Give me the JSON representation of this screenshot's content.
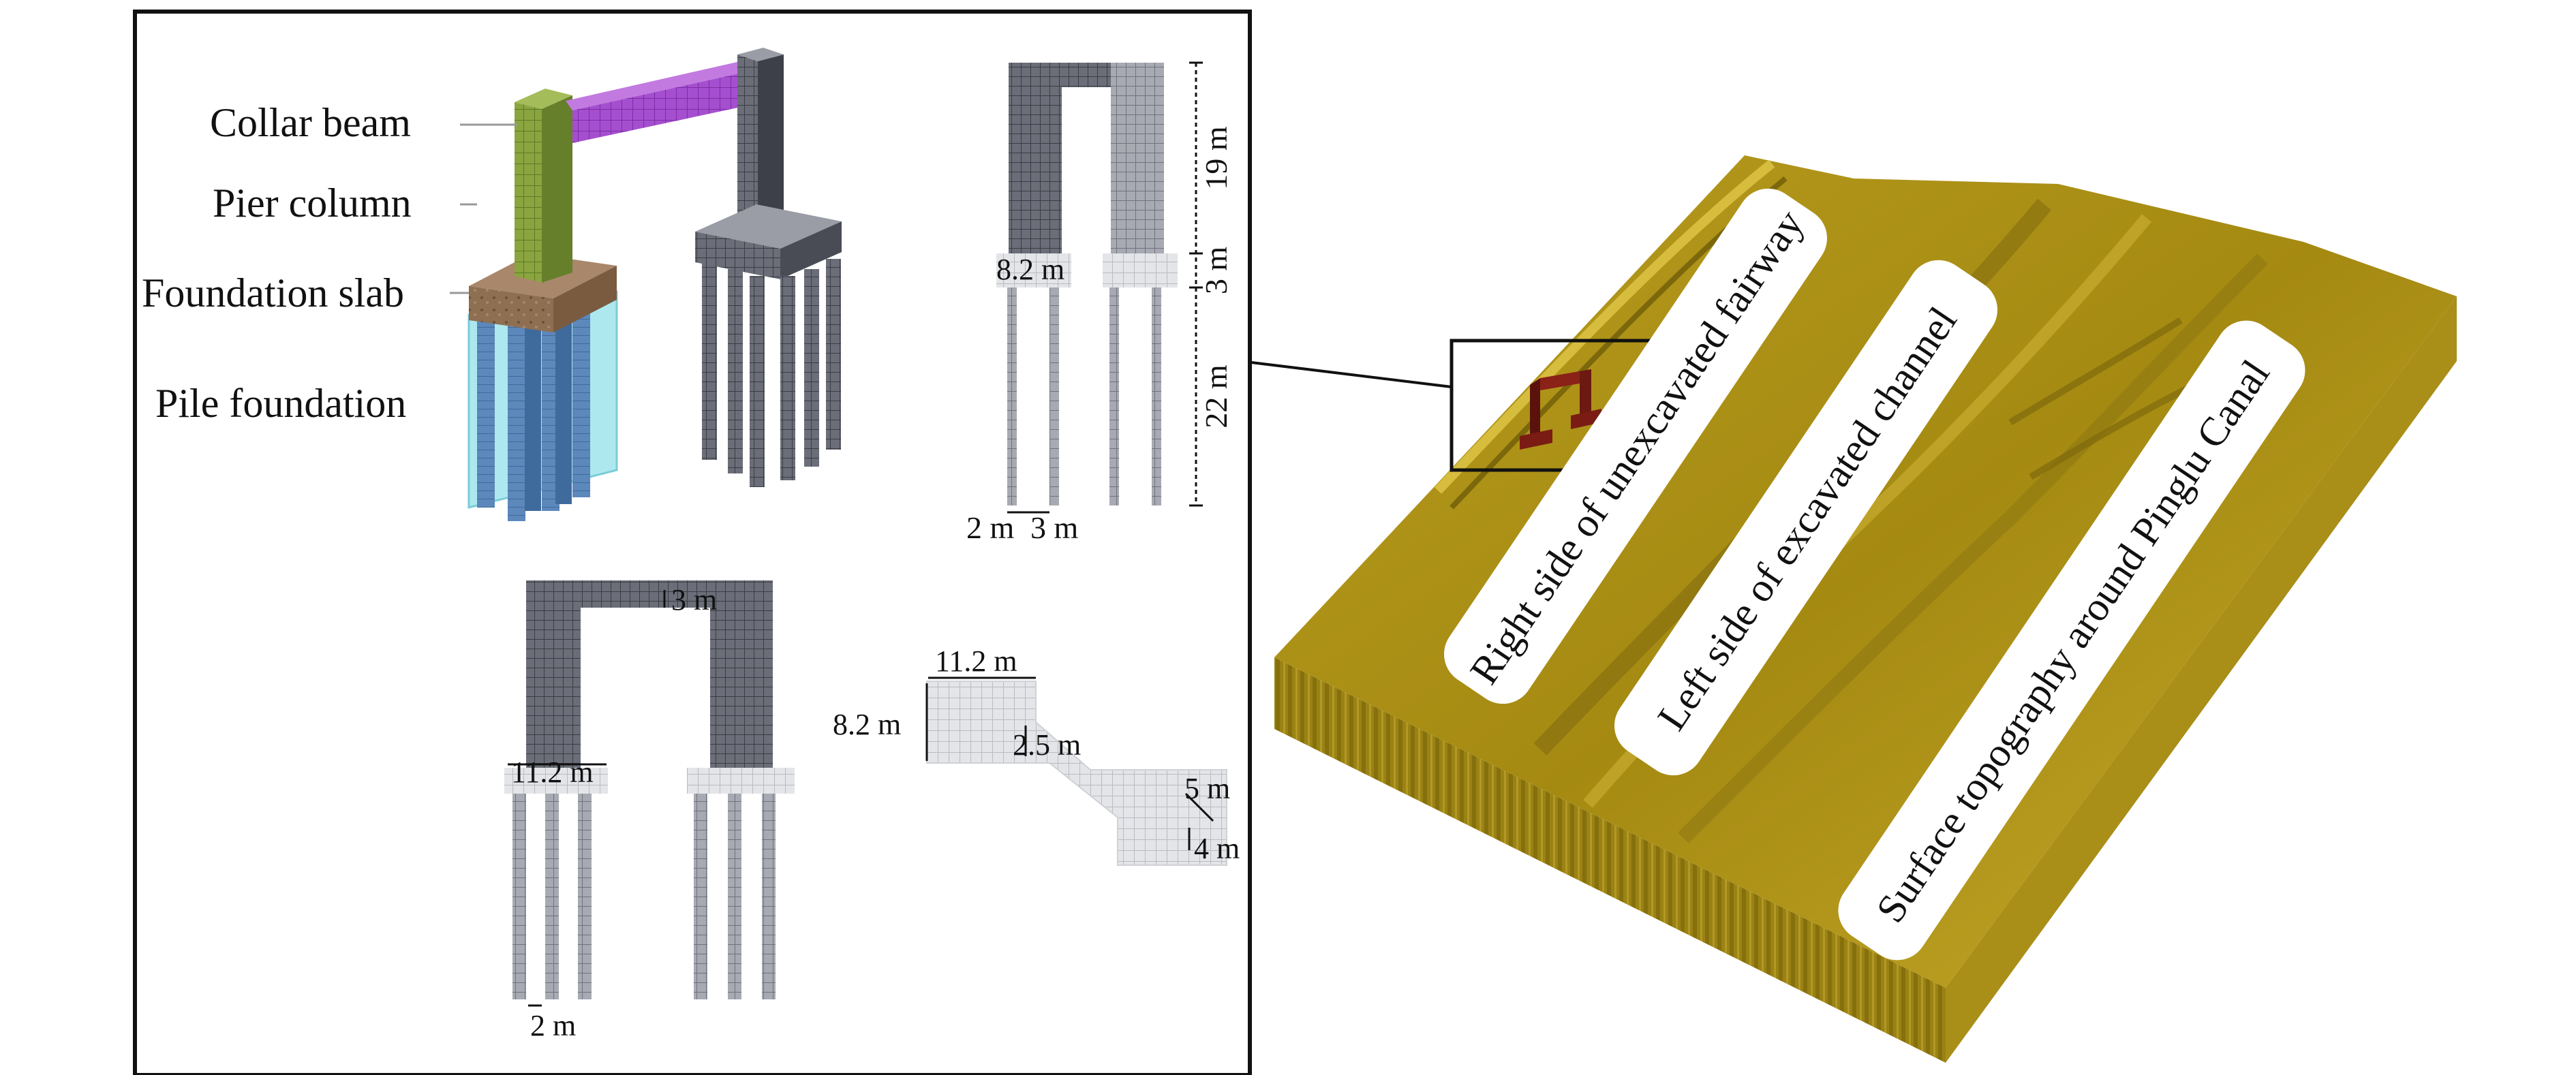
{
  "labels": {
    "collar_beam": "Collar beam",
    "pier_column": "Pier column",
    "foundation_slab": "Foundation slab",
    "pile_foundation": "Pile foundation"
  },
  "dimensions": {
    "height_19": "19 m",
    "height_3": "3 m",
    "height_22": "22 m",
    "slab_8_2": "8.2 m",
    "pile_dia_2": "2 m",
    "pile_spacing_3": "3 m",
    "beam_3": "3 m",
    "slab_11_2_front": "11.2 m",
    "pile_2_front": "2 m",
    "plan_11_2": "11.2 m",
    "plan_8_2": "8.2 m",
    "plan_2_5": "2.5 m",
    "plan_5": "5 m",
    "plan_4": "4 m"
  },
  "terrain_labels": {
    "right_side": "Right side of unexcavated fairway",
    "left_side": "Left side of excavated channel",
    "surface": "Surface topography around Pinglu Canal"
  },
  "colors": {
    "collar_beam": "#a23fc9",
    "pier_column_colored": "#7d9a3a",
    "foundation_slab": "#8a6a4c",
    "pile_foundation": "#5b86b8",
    "pile_envelope": "#9fe4ee",
    "mesh_gray": "#5a5d68",
    "terrain": "#a98e13",
    "pier_model": "#7a1c14"
  }
}
